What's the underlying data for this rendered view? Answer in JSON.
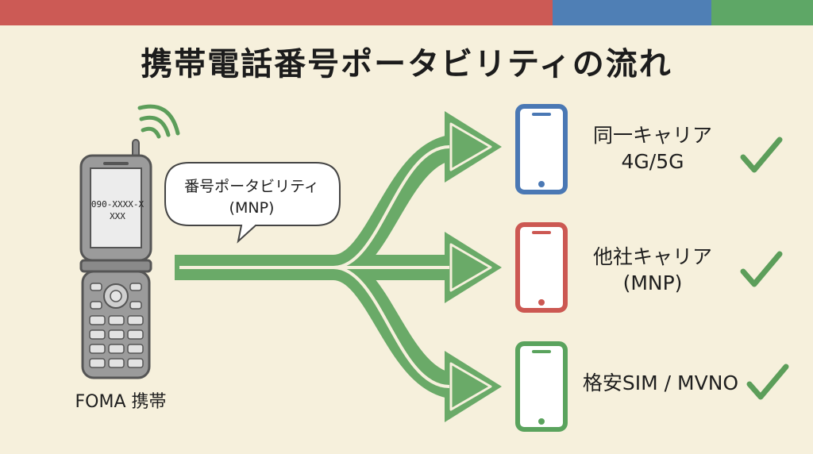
{
  "title": "携帯電話番号ポータビリティの流れ",
  "colors": {
    "bar_red": "#cc5a55",
    "bar_blue": "#4f7fb5",
    "bar_green": "#5ea766",
    "arrow_green": "#6aaa68",
    "check_green": "#5c9e5a",
    "phone_blue": "#4a78b4",
    "phone_red": "#cc5852",
    "phone_green": "#5aa35d",
    "feature_phone_gray": "#9b9b9b",
    "background": "#f6f0dc"
  },
  "source_phone": {
    "screen_text": "090-XXXX-XXXX",
    "label": "FOMA 携帯",
    "icon": "flip-phone-icon"
  },
  "speech_bubble": {
    "line1": "番号ポータビリティ",
    "line2": "(MNP)"
  },
  "destinations": [
    {
      "line1": "同一キャリア",
      "line2": "4G/5G",
      "phone_color": "blue",
      "icon": "smartphone-icon",
      "status_icon": "check-icon"
    },
    {
      "line1": "他社キャリア",
      "line2": "(MNP)",
      "phone_color": "red",
      "icon": "smartphone-icon",
      "status_icon": "check-icon"
    },
    {
      "line1": "格安SIM / MVNO",
      "line2": "",
      "phone_color": "green",
      "icon": "smartphone-icon",
      "status_icon": "check-icon"
    }
  ]
}
